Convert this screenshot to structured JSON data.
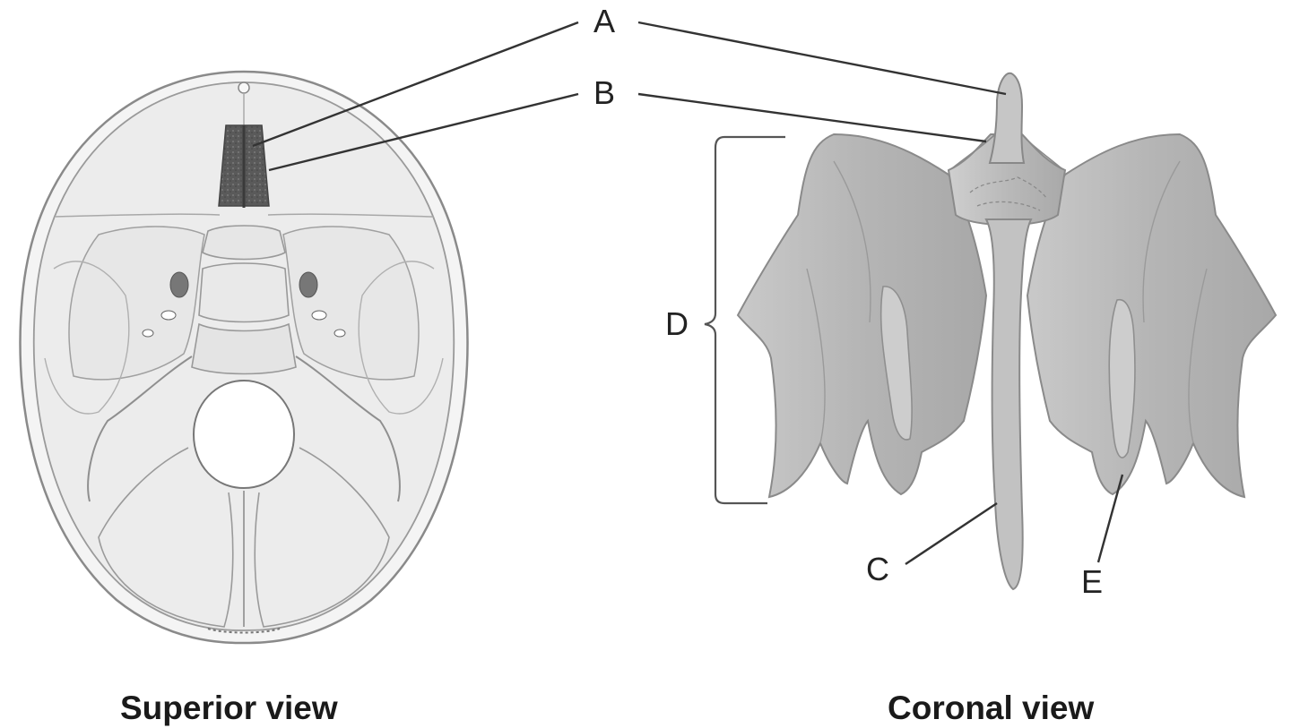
{
  "labels": {
    "a": "A",
    "b": "B",
    "c": "C",
    "d": "D",
    "e": "E"
  },
  "captions": {
    "left": "Superior view",
    "right": "Coronal view"
  },
  "colors": {
    "bone_fill": "#ececec",
    "bone_line": "#8c8c8c",
    "ethmoid_fill": "#bdbdbd",
    "ethmoid_shade": "#9c9c9c",
    "dark_region": "#555555",
    "leader": "#333333"
  }
}
